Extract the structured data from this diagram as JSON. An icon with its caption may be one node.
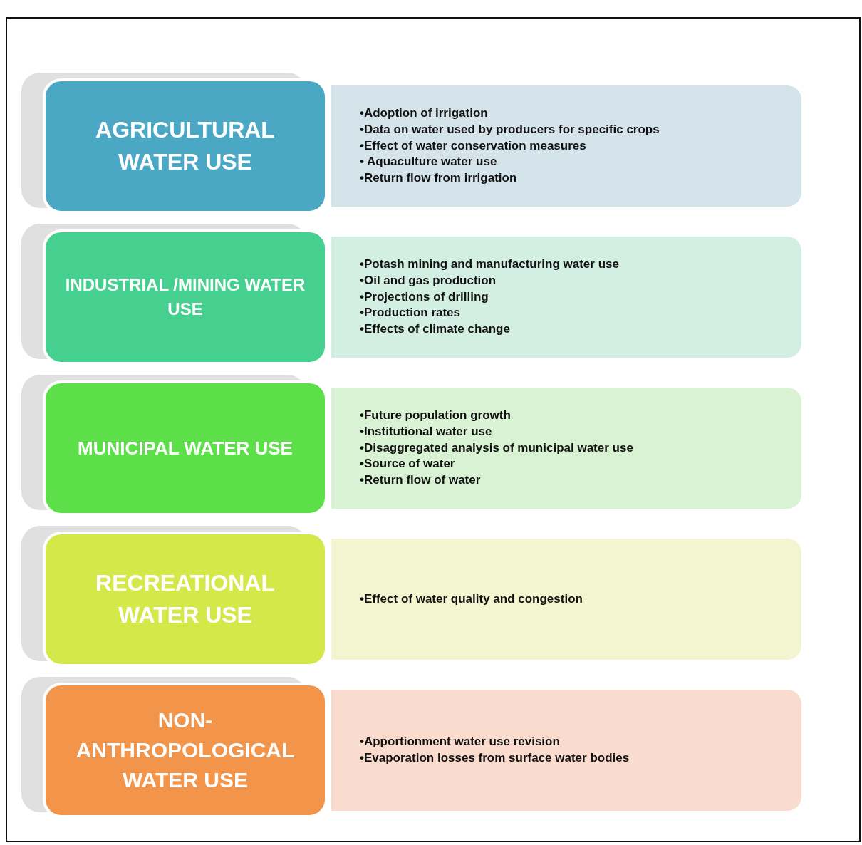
{
  "diagram": {
    "nodes": [
      {
        "text": [
          "AGRICULTURAL WATER USE"
        ]
      },
      {
        "text": [
          "•Adoption of irrigation",
          "•Data on water used by producers for specific crops",
          "•Effect of water conservation measures",
          "• Aquaculture water use",
          "•Return flow from irrigation"
        ]
      },
      {
        "text": [
          "INDUSTRIAL /MINING WATER USE"
        ]
      },
      {
        "text": [
          "•Potash mining and manufacturing water use",
          "•Oil and gas production",
          "•Projections of drilling",
          "•Production rates",
          "•Effects of climate change"
        ]
      },
      {
        "text": [
          "MUNICIPAL WATER USE"
        ]
      },
      {
        "text": [
          "•Future population growth",
          "•Institutional water use",
          "•Disaggregated analysis of municipal water use",
          "•Source of water",
          "•Return flow of water"
        ]
      },
      {
        "text": [
          "RECREATIONAL WATER USE"
        ]
      },
      {
        "text": [
          "•Effect of water quality and congestion"
        ]
      },
      {
        "text": [
          "NON-ANTHROPOLOGICAL WATER USE"
        ]
      },
      {
        "text": [
          "•Apportionment water use revision",
          "•Evaporation losses from surface water bodies"
        ]
      }
    ]
  }
}
